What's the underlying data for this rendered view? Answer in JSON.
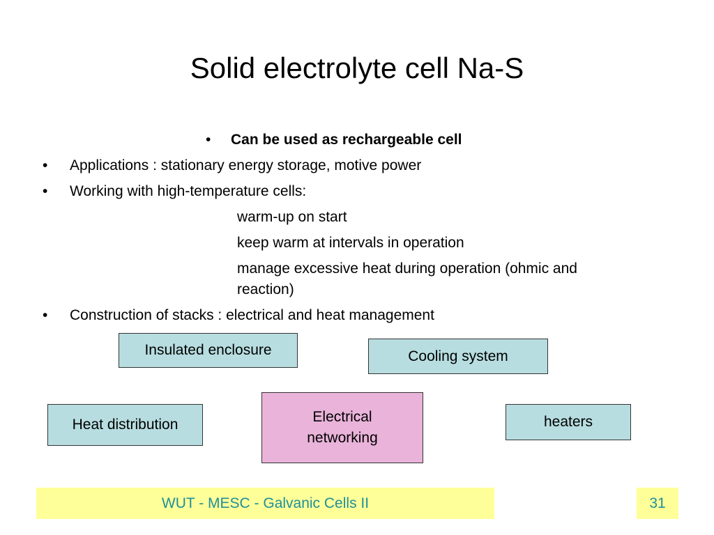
{
  "slide": {
    "title": "Solid electrolyte cell Na-S",
    "bullets": [
      "Can be used as rechargeable cell",
      "Applications : stationary energy storage, motive power",
      "Working with high-temperature cells:",
      "Construction of stacks : electrical and heat management"
    ],
    "sub_items": [
      "warm-up on start",
      "keep warm at intervals in operation",
      "manage excessive heat during operation (ohmic and",
      "reaction)"
    ],
    "bullet_glyph": "•",
    "boxes": {
      "insulated_enclosure": "Insulated enclosure",
      "cooling_system": "Cooling system",
      "heat_distribution": "Heat distribution",
      "electrical_networking_1": "Electrical",
      "electrical_networking_2": "networking",
      "heaters": "heaters"
    },
    "footer_text": "WUT - MESC - Galvanic Cells II",
    "page_number": "31"
  },
  "colors": {
    "box_teal": "#b7dde0",
    "box_pink": "#eab3da",
    "footer_bg": "#ffff99",
    "footer_text": "#1f8f9a"
  }
}
